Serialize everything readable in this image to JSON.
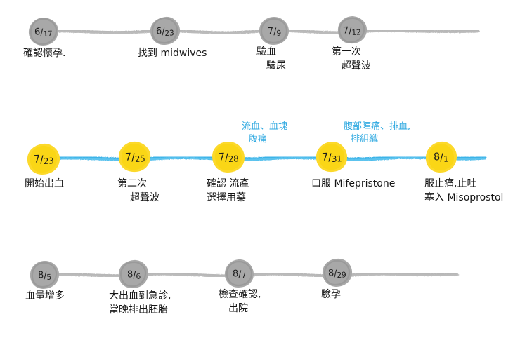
{
  "meta": {
    "doc_title": "Miscarriage Timeline",
    "colors": {
      "background": "#ffffff",
      "gray_node": "#a8a8a8",
      "gray_line": "#b3b3b3",
      "yellow_node": "#fcd92b",
      "blue_line": "#3bb3e8",
      "blue_text": "#2aa7e0",
      "ink": "#151515"
    }
  },
  "rows": [
    {
      "id": "row-1",
      "style": "gray",
      "nodes": [
        {
          "date": "6/17",
          "num": "6",
          "den": "17",
          "label": [
            "確認懷孕."
          ]
        },
        {
          "date": "6/23",
          "num": "6",
          "den": "23",
          "label": [
            "找到 midwives"
          ]
        },
        {
          "date": "7/9",
          "num": "7",
          "den": "9",
          "label": [
            "驗血",
            "驗尿"
          ]
        },
        {
          "date": "7/12",
          "num": "7",
          "den": "12",
          "label": [
            "第一次",
            "超聲波"
          ]
        }
      ]
    },
    {
      "id": "row-2",
      "style": "yellow",
      "nodes": [
        {
          "date": "7/23",
          "num": "7",
          "den": "23",
          "label": [
            "開始出血"
          ],
          "note": []
        },
        {
          "date": "7/25",
          "num": "7",
          "den": "25",
          "label": [
            "第二次",
            "超聲波"
          ],
          "note": []
        },
        {
          "date": "7/28",
          "num": "7",
          "den": "28",
          "label": [
            "確認 流產",
            "選擇用藥"
          ],
          "note": [
            "流血、血塊",
            "腹痛"
          ]
        },
        {
          "date": "7/31",
          "num": "7",
          "den": "31",
          "label": [
            "口服 Mifepristone"
          ],
          "note": [
            "腹部陣痛、排血,",
            "排組織"
          ]
        },
        {
          "date": "8/1",
          "num": "8",
          "den": "1",
          "label": [
            "服止痛,止吐",
            "塞入 Misoprostol"
          ],
          "note": []
        }
      ]
    },
    {
      "id": "row-3",
      "style": "gray",
      "nodes": [
        {
          "date": "8/5",
          "num": "8",
          "den": "5",
          "label": [
            "血量增多"
          ]
        },
        {
          "date": "8/6",
          "num": "8",
          "den": "6",
          "label": [
            "大出血到急診,",
            "當晚排出胚胎"
          ]
        },
        {
          "date": "8/7",
          "num": "8",
          "den": "7",
          "label": [
            "檢查確認,",
            "出院"
          ]
        },
        {
          "date": "8/29",
          "num": "8",
          "den": "29",
          "label": [
            "驗孕"
          ]
        }
      ]
    }
  ]
}
